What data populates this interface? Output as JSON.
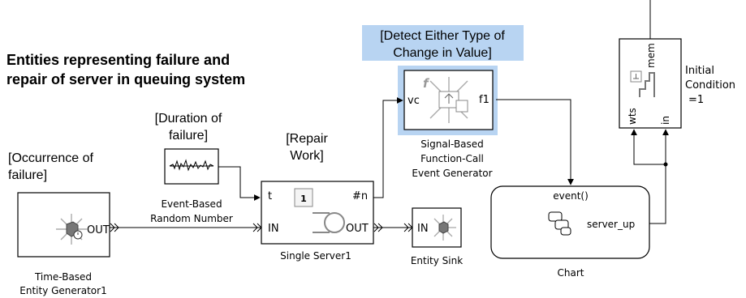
{
  "title": {
    "line1": "Entities representing failure and",
    "line2": "repair of server in queuing system"
  },
  "annotations": {
    "occurrence": [
      "[Occurrence of",
      "failure]"
    ],
    "duration": [
      "[Duration of",
      "failure]"
    ],
    "repair": [
      "[Repair",
      "Work]"
    ],
    "detect": [
      "[Detect Either Type of",
      "Change in Value]"
    ],
    "initial_condition": [
      "Initial",
      "Condition",
      "=1"
    ]
  },
  "blocks": {
    "time_gen": {
      "names": [
        "Time-Based",
        "Entity Generator1"
      ],
      "port_out": "OUT"
    },
    "random_num": {
      "names": [
        "Event-Based",
        "Random Number"
      ]
    },
    "server": {
      "name": "Single Server1",
      "port_in": "IN",
      "port_out": "OUT",
      "port_t": "t",
      "port_n": "#n",
      "capacity": "1"
    },
    "sink": {
      "name": "Entity Sink",
      "port_in": "IN"
    },
    "signal_gen": {
      "names": [
        "Signal-Based",
        "Function-Call",
        "Event Generator"
      ],
      "port_vc": "vc",
      "port_f1": "f1",
      "icon_f": "f"
    },
    "chart": {
      "name": "Chart",
      "event": "event()",
      "port_out": "server_up"
    },
    "ic_block": {
      "port_wts": "wts",
      "port_in": "in",
      "port_mem": "mem"
    }
  },
  "colors": {
    "highlight": "#b8d4f2",
    "block_border": "#000000",
    "line": "#000000"
  }
}
